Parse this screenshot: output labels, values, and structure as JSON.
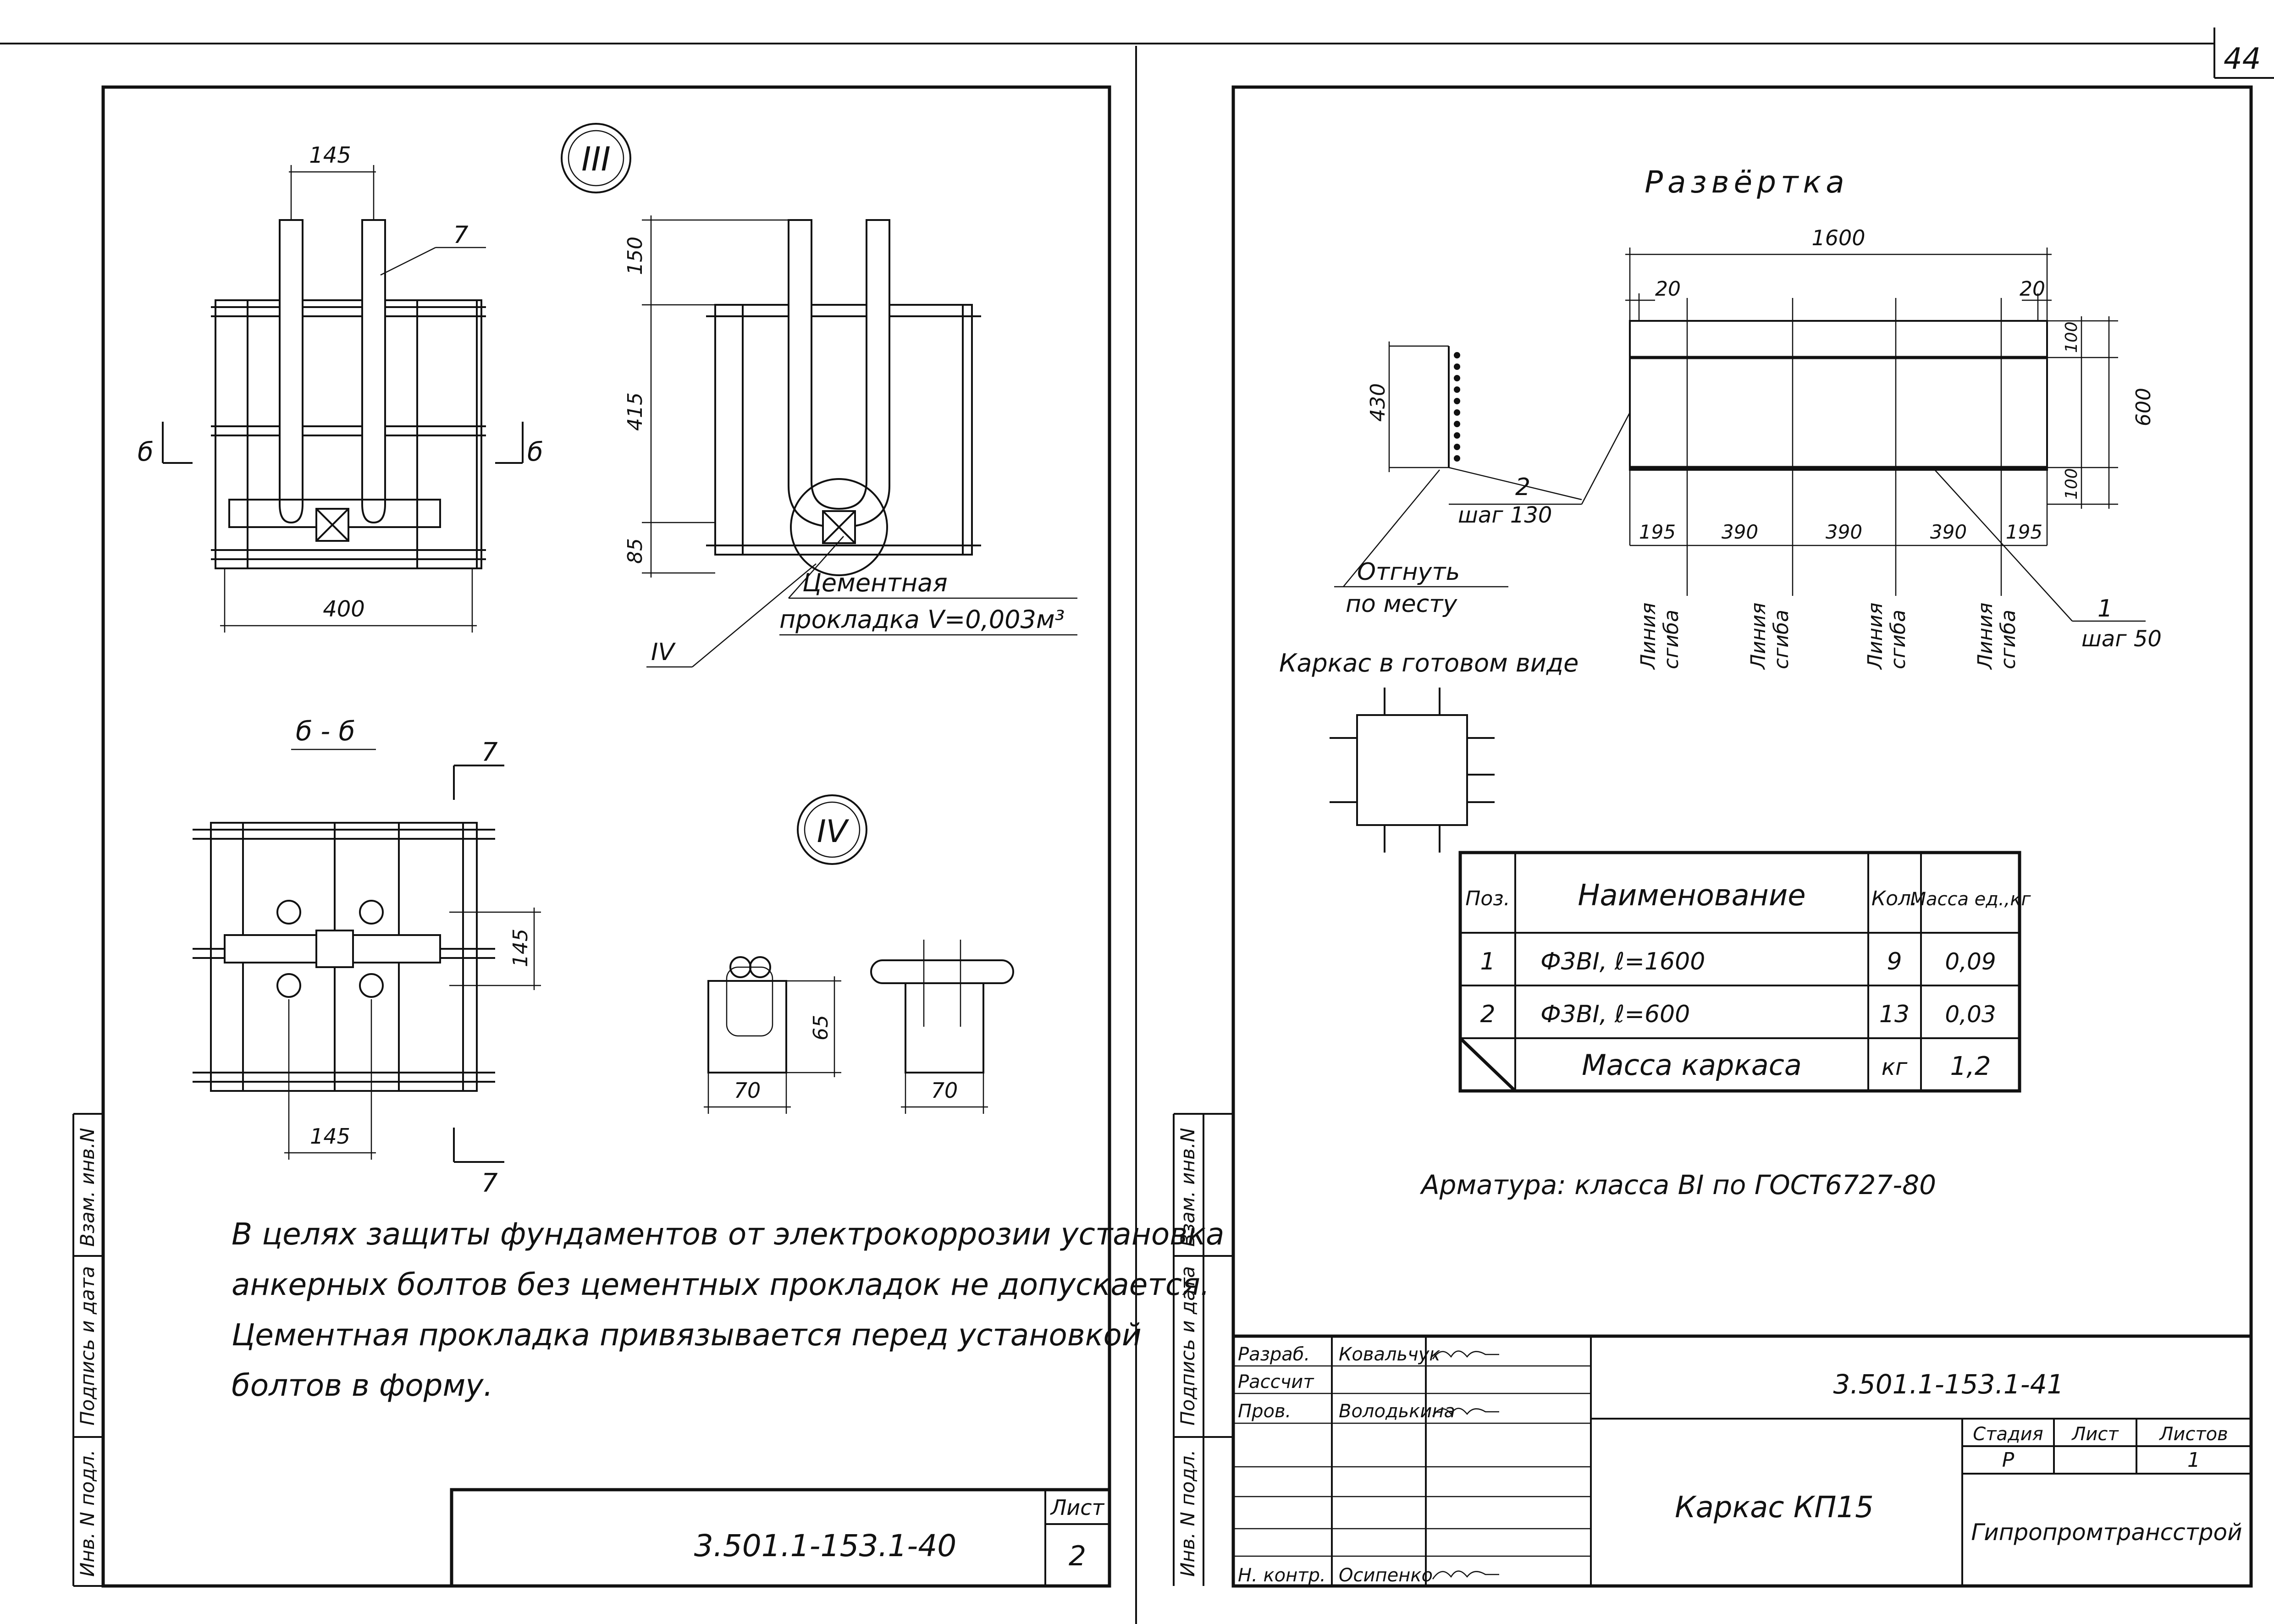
{
  "page_number": "44",
  "left_sheet": {
    "callout_III": "III",
    "callout_IV": "IV",
    "plan": {
      "dim_top": "145",
      "dim_bottom": "400",
      "leader_num": "7",
      "section_mark_left": "б",
      "section_mark_right": "б"
    },
    "side": {
      "dim_150": "150",
      "dim_415": "415",
      "dim_85": "85",
      "pad_label_line1": "Цементная",
      "pad_label_line2": "прокладка V=0,003м³",
      "callout_IV": "IV"
    },
    "section": {
      "title": "б - б",
      "mark_top": "7",
      "mark_bottom": "7",
      "dim_right": "145",
      "dim_bottom": "145"
    },
    "detail": {
      "dim_65": "65",
      "dim_70_left": "70",
      "dim_70_right": "70"
    },
    "note_lines": [
      "В целях защиты фундаментов от электрокоррозии установка",
      "анкерных болтов без цементных прокладок не допускается.",
      "Цементная прокладка привязывается перед установкой",
      "болтов в форму."
    ],
    "title_block": {
      "doc_number": "3.501.1-153.1-40",
      "sheet_label": "Лист",
      "sheet_value": "2"
    }
  },
  "side_stamps": {
    "col1": "Инв. N подл.",
    "col2": "Подпись и дата",
    "col3": "Взам. инв.N"
  },
  "right_sheet": {
    "unfold_title": "Развёртка",
    "dims": {
      "total": "1600",
      "left_edge": "20",
      "right_edge": "20",
      "top_100": "100",
      "height_600": "600",
      "bot_100": "100",
      "seg": [
        "195",
        "390",
        "390",
        "390",
        "195"
      ],
      "side_430": "430"
    },
    "pos2_num": "2",
    "pos2_step": "шаг 130",
    "pos1_num": "1",
    "pos1_step": "шаг 50",
    "bend_note_line1": "Отгнуть",
    "bend_note_line2": "по месту",
    "bend_line_label_1": "Линия",
    "bend_line_label_2": "сгиба",
    "finished_view_label": "Каркас в готовом виде",
    "spec_table": {
      "headers": [
        "Поз.",
        "Наименование",
        "Кол.",
        "Масса ед.,кг"
      ],
      "rows": [
        {
          "pos": "1",
          "name": "Ф3BI, ℓ=1600",
          "qty": "9",
          "mass": "0,09"
        },
        {
          "pos": "2",
          "name": "Ф3BI, ℓ=600",
          "qty": "13",
          "mass": "0,03"
        }
      ],
      "total_label": "Масса каркаса",
      "total_unit": "кг",
      "total_value": "1,2"
    },
    "reinforcement_note": "Арматура:   класса ВI по ГОСТ6727-80",
    "title_block": {
      "roles": [
        "Разраб.",
        "Рассчит",
        "Пров.",
        "Н. контр."
      ],
      "names": [
        "Ковальчук",
        "",
        "Володькина",
        "Осипенко"
      ],
      "doc_number": "3.501.1-153.1-41",
      "drawing_name": "Каркас КП15",
      "stage_label": "Стадия",
      "sheet_label": "Лист",
      "sheets_label": "Листов",
      "stage_value": "Р",
      "sheet_value": "",
      "sheets_value": "1",
      "organization": "Гипропромтрансстрой"
    }
  }
}
